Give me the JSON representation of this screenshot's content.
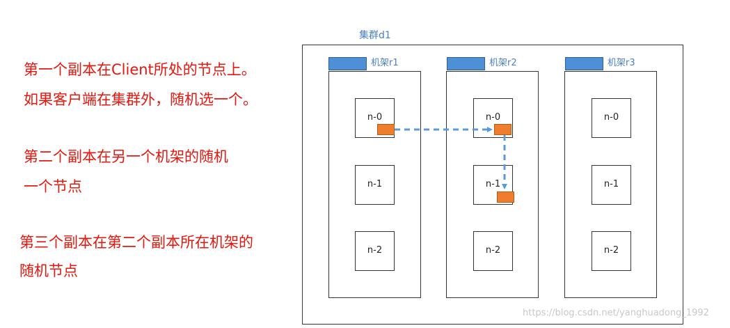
{
  "notes": [
    "第一个副本在Client所处的节点上。",
    "如果客户端在集群外，随机选一个。",
    "第二个副本在另一个机架的随机",
    "一个节点",
    "第三个副本在第二个副本所在机架的",
    "随机节点"
  ],
  "cluster": {
    "label": "集群d1",
    "racks": [
      {
        "label": "机架r1",
        "nodes": [
          "n-0",
          "n-1",
          "n-2"
        ]
      },
      {
        "label": "机架r2",
        "nodes": [
          "n-0",
          "n-1",
          "n-2"
        ]
      },
      {
        "label": "机架r3",
        "nodes": [
          "n-0",
          "n-1",
          "n-2"
        ]
      }
    ]
  },
  "colors": {
    "note_text": "#e8160c",
    "rack_tag": "#4f8fd6",
    "replica_block": "#ef7d2e",
    "arrow": "#5b9bd5",
    "label_text": "#4a7fc1"
  },
  "watermark": "https://blog.csdn.net/yanghuadong_1992"
}
